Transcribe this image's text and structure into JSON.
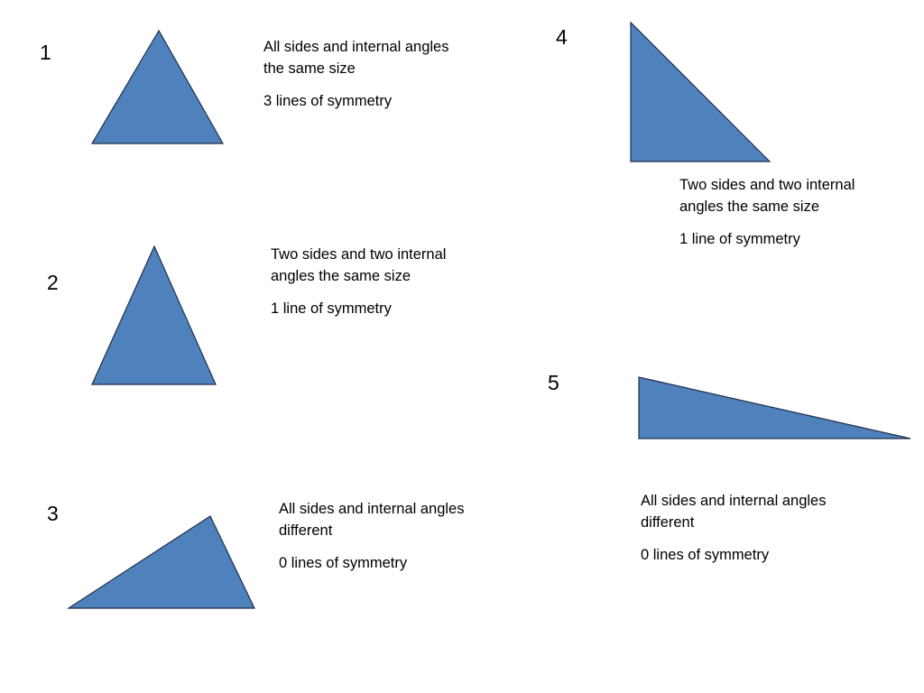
{
  "colors": {
    "fill": "#4f81bd",
    "stroke": "#1f2f4a",
    "background": "#ffffff",
    "text": "#000000"
  },
  "items": [
    {
      "number": "1",
      "line1": "All sides and internal angles",
      "line2": "the same size",
      "symmetry": "3 lines of symmetry"
    },
    {
      "number": "2",
      "line1": "Two sides and two internal",
      "line2": "angles the same size",
      "symmetry": "1 line of symmetry"
    },
    {
      "number": "3",
      "line1": "All sides and internal angles",
      "line2": "different",
      "symmetry": "0 lines of symmetry"
    },
    {
      "number": "4",
      "line1": "Two sides and two internal",
      "line2": "angles the same size",
      "symmetry": "1 line of symmetry"
    },
    {
      "number": "5",
      "line1": "All sides and internal angles",
      "line2": "different",
      "symmetry": "0 lines of symmetry"
    }
  ]
}
